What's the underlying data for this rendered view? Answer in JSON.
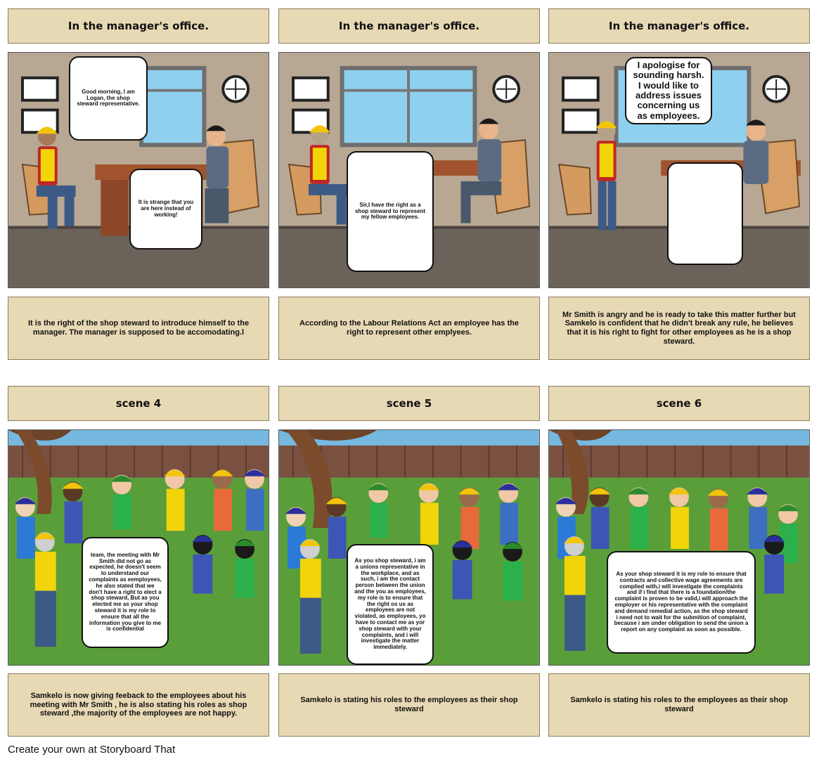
{
  "panels": [
    {
      "title": "In the manager's office.",
      "bubbles": [
        "Good morning, I am Logan, the shop steward representative.",
        "It is strange that you are here instead of working!"
      ],
      "caption": "It is the right of the shop steward to introduce himself to the manager. The manager is supposed to be accomodating.l"
    },
    {
      "title": "In the manager's office.",
      "bubbles": [
        "Sir,I have the right as a shop steward to represent my fellow employees."
      ],
      "caption": "According to the Labour Relations Act an employee has the right to represent other emplyees."
    },
    {
      "title": "In the manager's office.",
      "bubbles": [
        "I apologise for sounding harsh. I would like to address issues concerning us as employees.",
        ""
      ],
      "caption": "Mr Smith is angry and he is ready to take this matter further but Samkelo is confident that he didn't break any rule, he believes that it is his right to fight for other employees as he is a shop steward."
    },
    {
      "title": "scene 4",
      "bubbles": [
        "team, the meeting with Mr Smith did not go as expected, he doesn't seem to understand our complaints as eemployees, he also stated that we don't have a right to elect a shop steward, But as you elected me as your shop steward it is my role to ensure that all the information you give to me is confidential"
      ],
      "caption": "Samkelo is now giving feeback to the employees about his meeting with Mr Smith , he is also stating his roles as shop steward ,the majority of the employees are not happy."
    },
    {
      "title": "scene 5",
      "bubbles": [
        "As you shop steward, i am a unions representative in the workplace, and as such, i am the contact person between the union and the you as employees, my role is to ensure that the right os us as employees are not violated, as employees, yo have to contact me as yor shop steward with your complaints, and i will investigate the matter immediately."
      ],
      "caption": "Samkelo is stating his roles to the employees as their shop steward"
    },
    {
      "title": "scene 6",
      "bubbles": [
        "As your shop steward it is my role to ensure that contracts and collective wage agreements are complied with,i will investigate the complaints and if i find that there is a foundation/the complaint is proven to be valid,i will approach the employer or his representative with the complaint and demand remedial action, as the shop steward i need not to wait for the submition of complaint, because i am under obligation to send the union a report on any complaint as soon as possible."
      ],
      "caption": "Samkelo is stating his roles to the employees as their shop steward"
    }
  ],
  "footer": "Create your own at Storyboard That",
  "colors": {
    "title_bg": "#e8d9b5",
    "office_wall": "#b8a793",
    "office_floor": "#6b6259",
    "grass": "#5a9e3a",
    "fence": "#7a5040",
    "sky": "#76b9e0"
  }
}
